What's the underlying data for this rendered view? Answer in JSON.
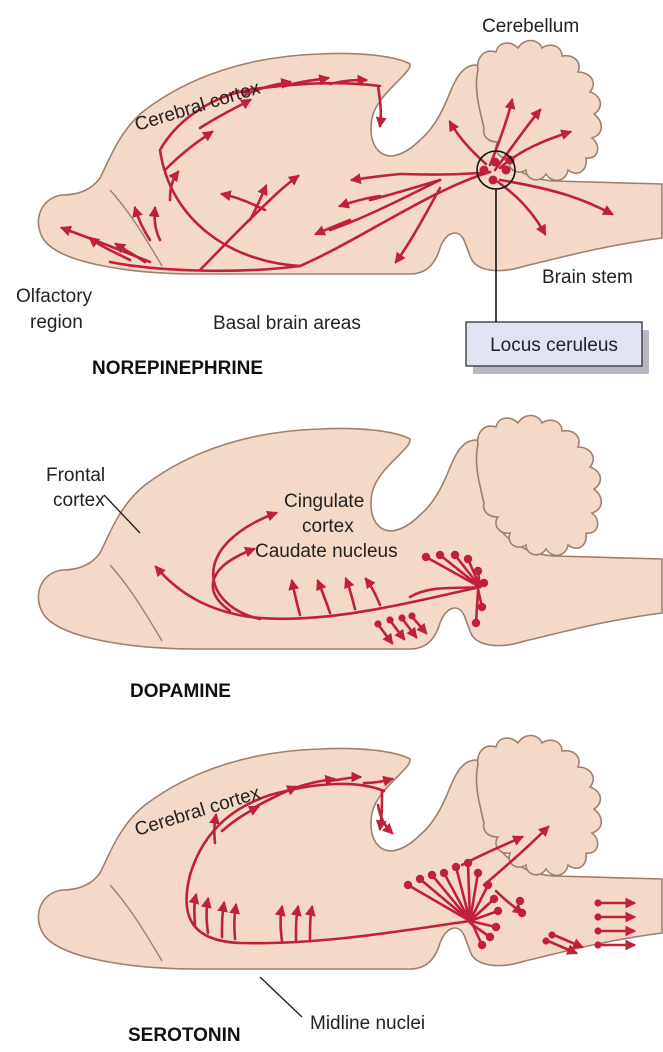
{
  "colors": {
    "brain_fill": "#f4d9c8",
    "outline": "#9e8070",
    "fiber": "#c0203a",
    "callout_fill": "#dfe3f2"
  },
  "panels": [
    {
      "title": "NOREPINEPHRINE",
      "labels": {
        "cerebral_cortex": "Cerebral cortex",
        "cerebellum": "Cerebellum",
        "olfactory_line1": "Olfactory",
        "olfactory_line2": "region",
        "basal": "Basal brain areas",
        "brain_stem": "Brain stem",
        "locus": "Locus ceruleus"
      }
    },
    {
      "title": "DOPAMINE",
      "labels": {
        "frontal_line1": "Frontal",
        "frontal_line2": "cortex",
        "cingulate_line1": "Cingulate",
        "cingulate_line2": "cortex",
        "caudate": "Caudate nucleus"
      }
    },
    {
      "title": "SEROTONIN",
      "labels": {
        "cerebral_cortex": "Cerebral cortex",
        "midline": "Midline nuclei"
      }
    }
  ]
}
